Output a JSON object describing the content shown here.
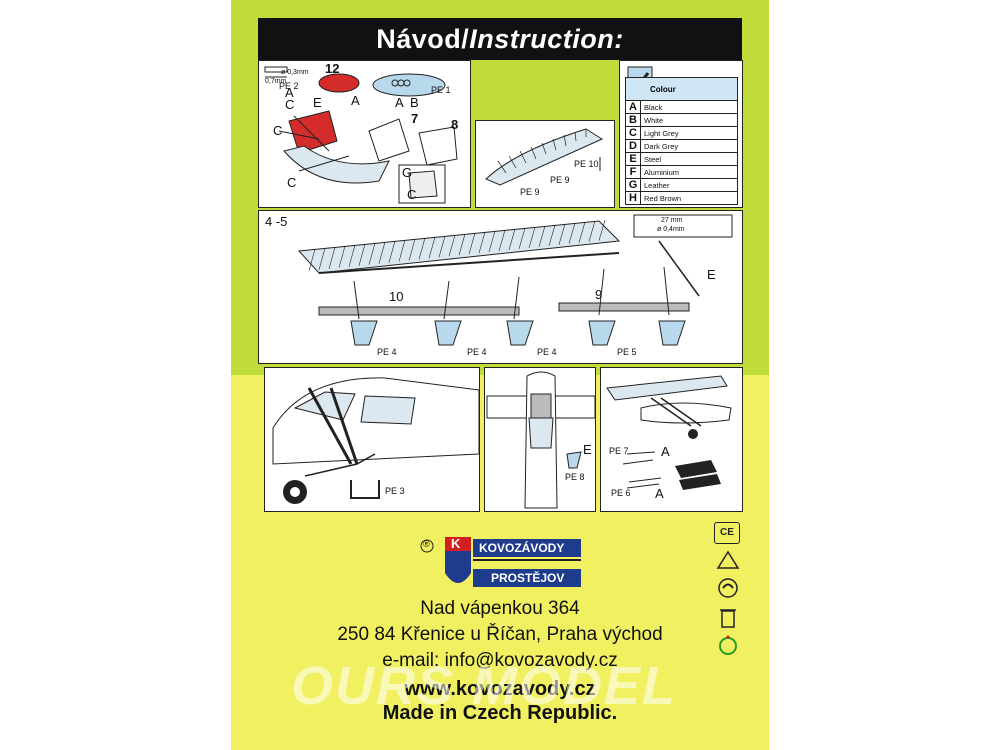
{
  "header": {
    "title_cz": "Návod/",
    "title_en": "Instruction:"
  },
  "colour": {
    "heading": "Colour",
    "rows": [
      {
        "key": "A",
        "name": "Black"
      },
      {
        "key": "B",
        "name": "White"
      },
      {
        "key": "C",
        "name": "Light Grey"
      },
      {
        "key": "D",
        "name": "Dark Grey"
      },
      {
        "key": "E",
        "name": "Steel"
      },
      {
        "key": "F",
        "name": "Aluminium"
      },
      {
        "key": "G",
        "name": "Leather"
      },
      {
        "key": "H",
        "name": "Red Brown"
      }
    ]
  },
  "panel1": {
    "step12": "12",
    "step7": "7",
    "step8": "8",
    "pe1": "PE 1",
    "pe2": "PE 2",
    "dim1": "ø 0,3mm",
    "dim2": "0,7mm",
    "A": "A",
    "B": "B",
    "C": "C",
    "E": "E",
    "G": "G"
  },
  "panel2": {
    "pe10": "PE 10",
    "pe9a": "PE 9",
    "pe9b": "PE 9"
  },
  "panel3": {
    "step": "4 -5",
    "n10": "10",
    "n9": "9",
    "E": "E",
    "dim_len": "27 mm",
    "dim_dia": "ø 0,4mm",
    "pe4a": "PE 4",
    "pe4b": "PE 4",
    "pe4c": "PE 4",
    "pe5": "PE 5"
  },
  "panel4": {
    "pe3": "PE 3"
  },
  "panel5": {
    "pe8": "PE 8",
    "E": "E"
  },
  "panel6": {
    "pe7": "PE 7",
    "pe6": "PE 6",
    "A1": "A",
    "A2": "A"
  },
  "logo": {
    "brand_top": "KOVOZÁVODY",
    "brand_bottom": "PROSTĚJOV",
    "reg": "®"
  },
  "address": {
    "line1": "Nad vápenkou 364",
    "line2": "250 84 Křenice u Říčan, Praha východ",
    "line3": "e-mail: info@kovozavody.cz",
    "web": "www.kovozavody.cz",
    "made": "Made in Czech Republic."
  },
  "symbols": {
    "ce": "CE"
  },
  "watermark": "OURS MODEL"
}
